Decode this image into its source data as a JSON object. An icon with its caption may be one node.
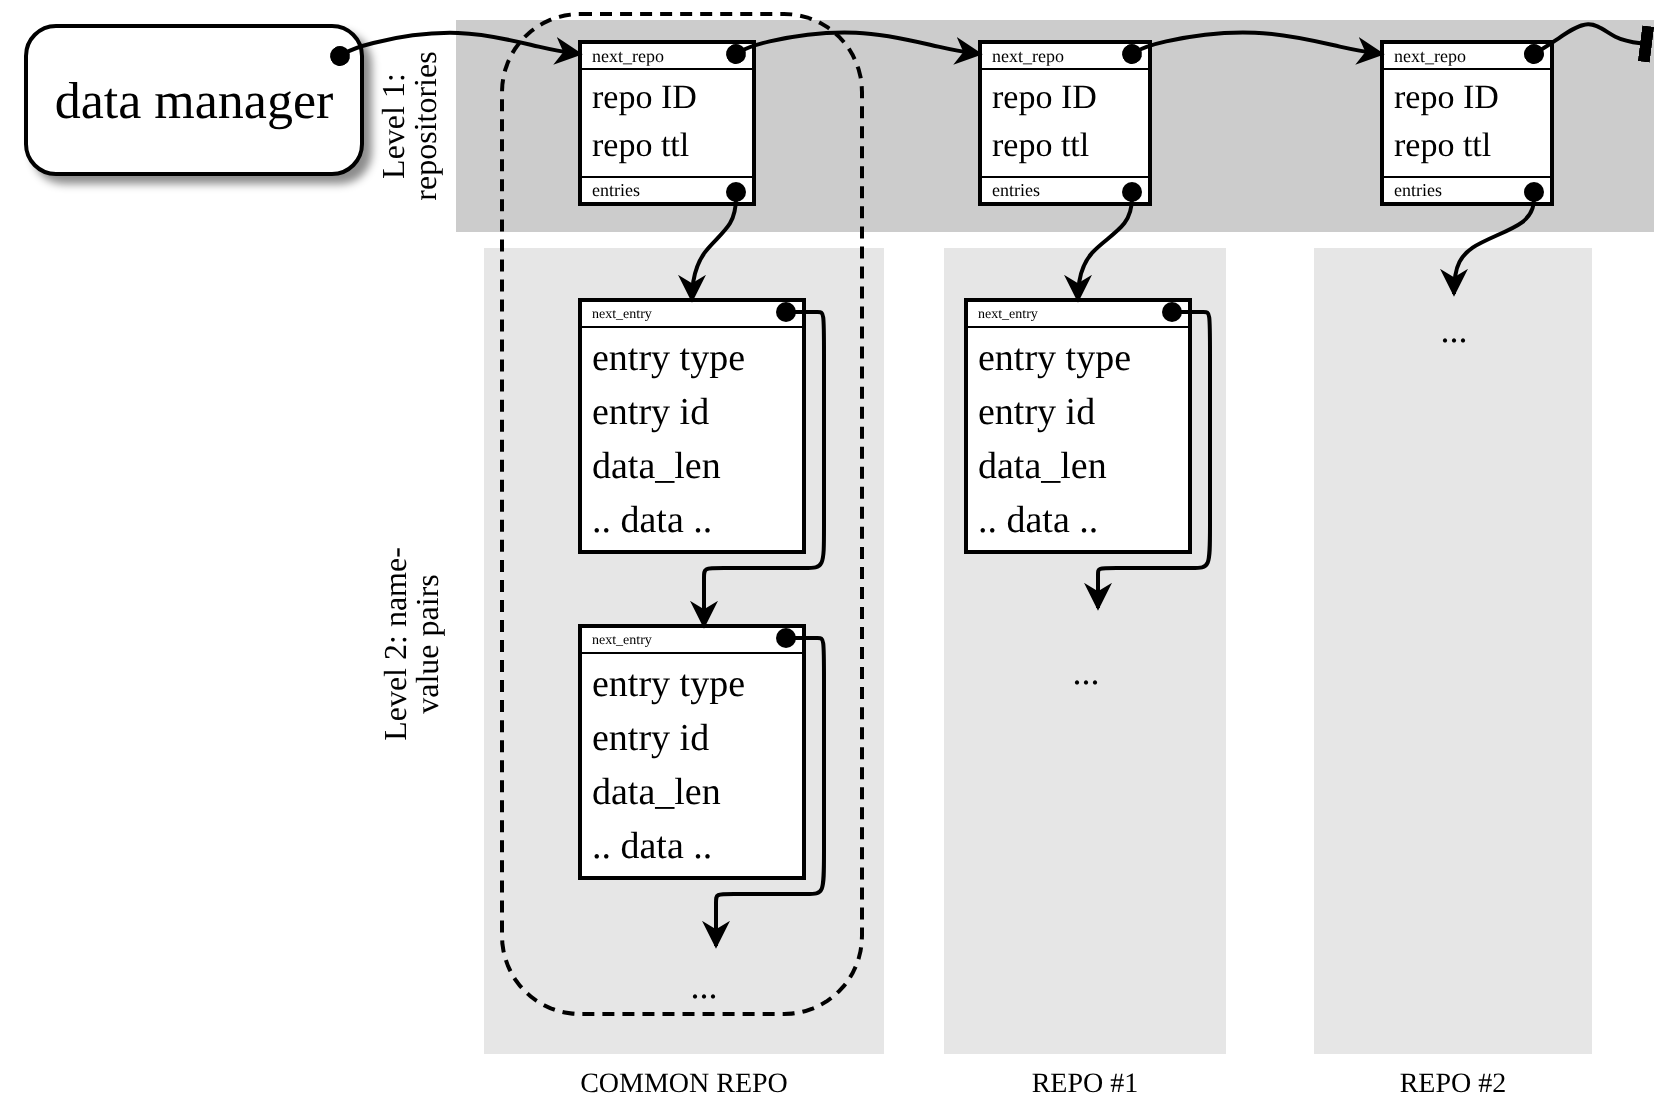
{
  "diagram": {
    "nodes": [
      {
        "text": [
          "data manager"
        ]
      },
      {
        "text": [
          "Level 1: repositories"
        ]
      },
      {
        "text": [
          "next_repo",
          "repo ID",
          "repo ttl",
          "entries"
        ],
        "in": 1
      },
      {
        "text": [
          "next_repo",
          "repo ID",
          "repo ttl",
          "entries"
        ],
        "in": 1
      },
      {
        "text": [
          "next_repo",
          "repo ID",
          "repo ttl",
          "entries"
        ],
        "in": 1
      },
      {
        "text": [
          "COMMON REPO"
        ]
      },
      {
        "text": [
          "REPO #1"
        ]
      },
      {
        "text": [
          "REPO #2"
        ]
      },
      {
        "text": [
          "next_entry",
          "entry type",
          "entry id",
          "data_len",
          ".. data .."
        ],
        "in": 5
      },
      {
        "text": [
          "next_entry",
          "entry type",
          "entry id",
          "data_len",
          ".. data .."
        ],
        "in": 5
      },
      {
        "text": [
          "..."
        ],
        "in": 5
      },
      {
        "text": [
          "next_entry",
          "entry type",
          "entry id",
          "data_len",
          ".. data .."
        ],
        "in": 6
      },
      {
        "text": [
          "..."
        ],
        "in": 6
      },
      {
        "text": [
          "..."
        ],
        "in": 7
      }
    ],
    "edges": [
      {
        "from": 0,
        "to": 2,
        "arrow": "to"
      },
      {
        "from": 2,
        "to": 3,
        "arrow": "to"
      },
      {
        "from": 3,
        "to": 4,
        "arrow": "to"
      },
      {
        "from": 4,
        "to": null,
        "arrow": "other"
      },
      {
        "from": 2,
        "to": 8,
        "arrow": "to"
      },
      {
        "from": 3,
        "to": 11,
        "arrow": "to"
      },
      {
        "from": 4,
        "to": 13,
        "arrow": "to"
      },
      {
        "from": 8,
        "to": 9,
        "arrow": "to"
      },
      {
        "from": 9,
        "to": 10,
        "arrow": "to"
      },
      {
        "from": 11,
        "to": 12,
        "arrow": "to"
      }
    ],
    "labels": [
      "Level 2: name-value pairs"
    ]
  }
}
